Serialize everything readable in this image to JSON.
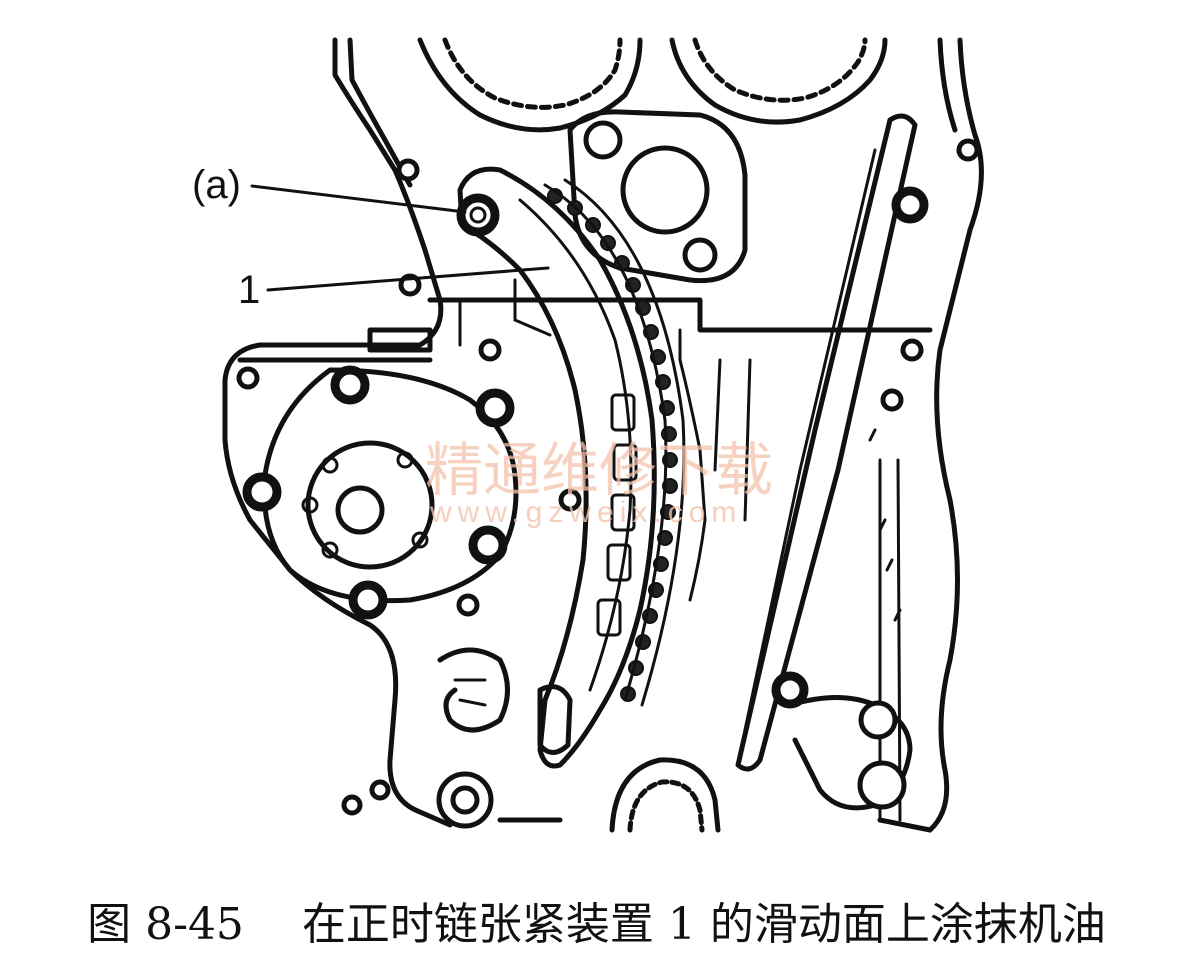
{
  "labels": {
    "part_a": "(a)",
    "part_1": "1"
  },
  "watermark": {
    "cn": "精通维修下载",
    "url": "www.gzweix.com"
  },
  "caption": {
    "figure_number": "图 8-45",
    "text": "在正时链张紧装置 1 的滑动面上涂抹机油"
  }
}
